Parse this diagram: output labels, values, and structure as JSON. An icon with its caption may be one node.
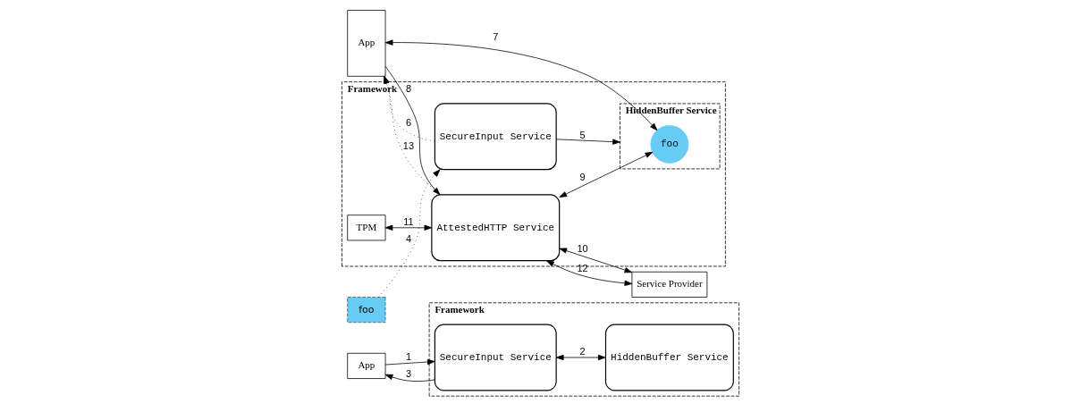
{
  "diagram": {
    "nodes": [
      {
        "text": [
          "App"
        ]
      },
      {
        "text": [
          "Framework"
        ]
      },
      {
        "text": [
          "SecureInput Service"
        ],
        "in": 1
      },
      {
        "text": [
          "HiddenBuffer Service"
        ],
        "in": 1
      },
      {
        "text": [
          "App"
        ]
      },
      {
        "text": [
          "foo"
        ]
      },
      {
        "text": [
          "Framework"
        ]
      },
      {
        "text": [
          "SecureInput Service"
        ],
        "in": 6
      },
      {
        "text": [
          "TPM"
        ],
        "in": 6
      },
      {
        "text": [
          "AttestedHTTP Service"
        ],
        "in": 6
      },
      {
        "text": [
          "HiddenBuffer Service"
        ],
        "in": 6
      },
      {
        "text": [
          "foo"
        ],
        "in": 10
      },
      {
        "text": [
          "Service Provider"
        ]
      }
    ],
    "edges": [
      {
        "from": 0,
        "to": 2,
        "arrow": "to",
        "label": "1"
      },
      {
        "from": 2,
        "to": 3,
        "arrow": "both",
        "label": "2"
      },
      {
        "from": 2,
        "to": 0,
        "arrow": "to",
        "label": "3"
      },
      {
        "from": 5,
        "to": 7,
        "arrow": "to",
        "label": "4",
        "style": "dashed"
      },
      {
        "from": 7,
        "to": 10,
        "arrow": "to",
        "label": "5"
      },
      {
        "from": 7,
        "to": 4,
        "arrow": "to",
        "label": "6",
        "style": "dashed"
      },
      {
        "from": 4,
        "to": 11,
        "arrow": "both",
        "label": "7"
      },
      {
        "from": 4,
        "to": 9,
        "arrow": "to",
        "label": "8"
      },
      {
        "from": 9,
        "to": 11,
        "arrow": "both",
        "label": "9"
      },
      {
        "from": 9,
        "to": 12,
        "arrow": "both",
        "label": "10"
      },
      {
        "from": 8,
        "to": 9,
        "arrow": "both",
        "label": "11"
      },
      {
        "from": 12,
        "to": 9,
        "arrow": "both",
        "label": "12"
      },
      {
        "from": 9,
        "to": 4,
        "arrow": "to",
        "label": "13",
        "style": "dashed"
      }
    ]
  }
}
